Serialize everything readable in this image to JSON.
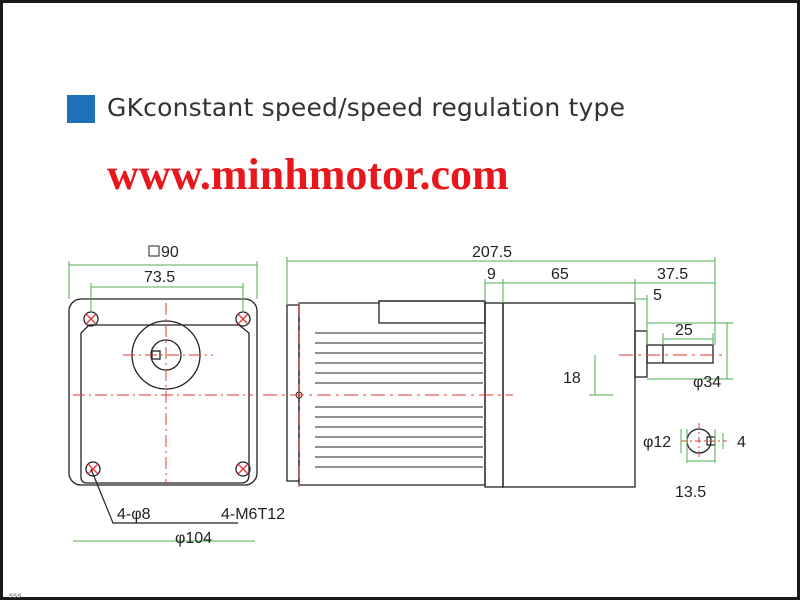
{
  "title": "GKconstant speed/speed regulation type",
  "website": "www.minhmotor.com",
  "colors": {
    "accent_square": "#1d6fb8",
    "website_red": "#e8171c",
    "dimension_green": "#4caf50",
    "centerline_red": "#e53935",
    "outline": "#222222"
  },
  "front_view": {
    "square_size": "90",
    "bolt_spacing": "73.5",
    "mount_holes": "4-φ8",
    "thread_holes": "4-M6T12",
    "pitch_circle": "φ104"
  },
  "side_view": {
    "overall_length": "207.5",
    "gearbox_offset": "9",
    "gearbox_length": "65",
    "shaft_length": "37.5",
    "shaft_step": "5",
    "key_length": "25",
    "shaft_center_offset": "18",
    "boss_diameter": "φ34"
  },
  "shaft_section": {
    "shaft_diameter": "φ12",
    "key_width": "4",
    "key_height": "13.5"
  },
  "corner_mark": "sss"
}
